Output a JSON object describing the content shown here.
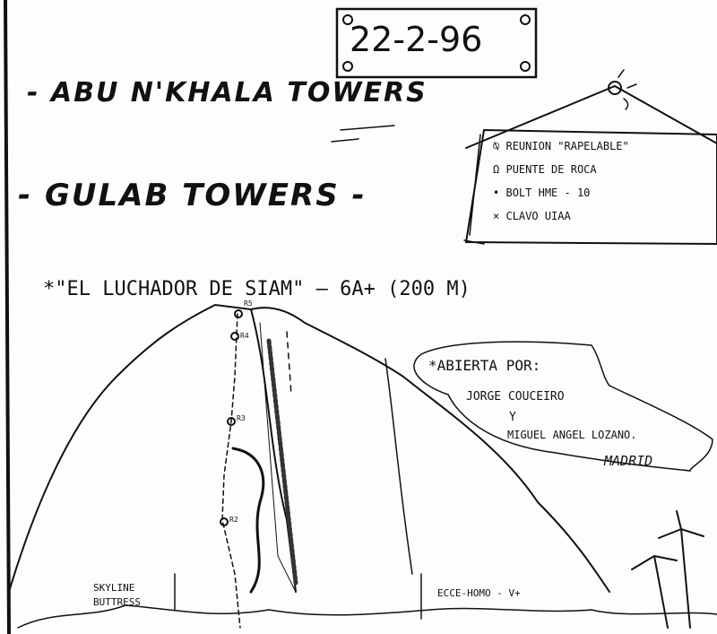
{
  "date": "22-2-96",
  "heading_1": "- ABU N'KHALA TOWERS",
  "heading_2": "- GULAB TOWERS -",
  "route_title": "*\"EL LUCHADOR DE SIAM\" — 6A+ (200 M)",
  "legend": [
    {
      "symbol": "⍉",
      "label": "REUNION \"RAPELABLE\""
    },
    {
      "symbol": "Ω",
      "label": "PUENTE DE ROCA"
    },
    {
      "symbol": "•",
      "label": "BOLT HME - 10"
    },
    {
      "symbol": "×",
      "label": "CLAVO UIAA"
    }
  ],
  "opened_by": {
    "heading": "*ABIERTA POR:",
    "name_1": "JORGE COUCEIRO",
    "and": "Y",
    "name_2": "MIGUEL ANGEL LOZANO.",
    "city": "MADRID"
  },
  "labels": {
    "skyline": "SKYLINE\nBUTTRESS",
    "ecce_homo": "ECCE-HOMO - V+",
    "belay_marks": [
      "R5",
      "R4",
      "R3",
      "R2"
    ]
  }
}
